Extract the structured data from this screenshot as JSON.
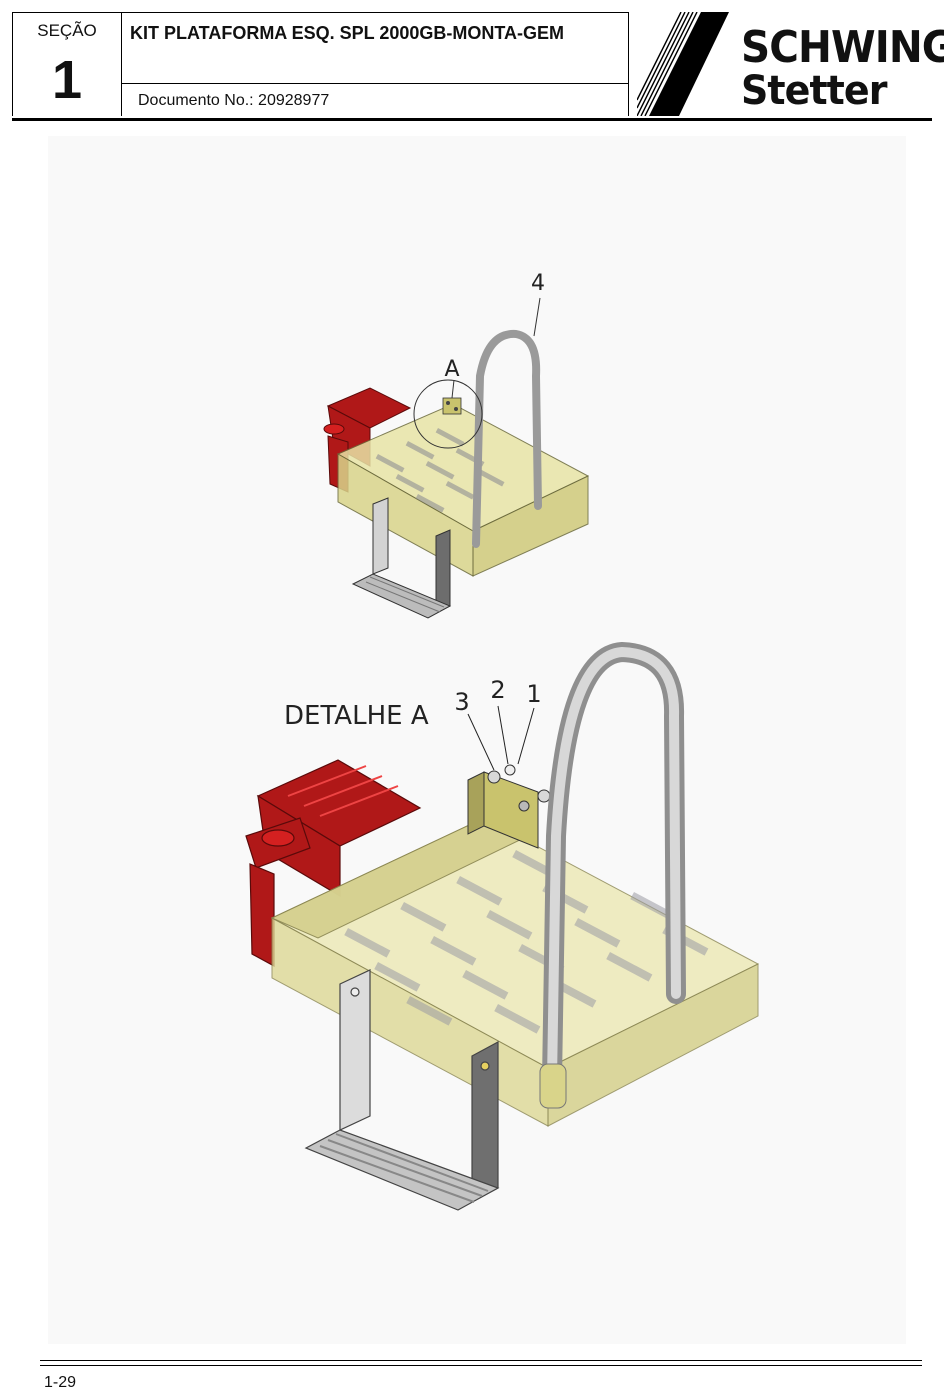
{
  "header": {
    "section_label": "SEÇÃO",
    "section_number": "1",
    "title": "KIT PLATAFORMA ESQ. SPL 2000GB-MONTA-GEM",
    "document_number": "Documento No.: 20928977",
    "logo": {
      "line1": "SCHWING",
      "line2": "Stetter"
    }
  },
  "figure": {
    "overview_callouts": {
      "item": "4",
      "detail_ref": "A"
    },
    "detail_title": "DETALHE A",
    "detail_callouts": [
      "3",
      "2",
      "1"
    ]
  },
  "footer": {
    "page": "1-29"
  },
  "colors": {
    "platform": "#e8e4a6",
    "step_bracket": "#b01818",
    "ladder": "#c9c9c9",
    "hanger": "#6d6d6d"
  }
}
